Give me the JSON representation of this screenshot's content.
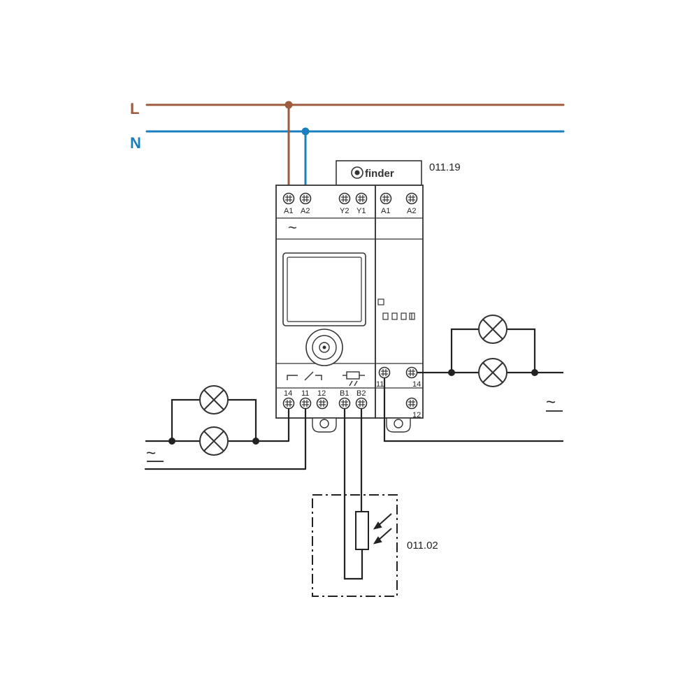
{
  "lines": {
    "phase_label": "L",
    "neutral_label": "N",
    "phase_color": "#9b5b3c",
    "neutral_color": "#1a7fbf"
  },
  "relay": {
    "brand": "finder",
    "tilde": "~",
    "top_terminals": [
      "A1",
      "A2",
      "Y2",
      "Y1"
    ],
    "bottom_terminals": [
      "14",
      "11",
      "12",
      "B1",
      "B2"
    ]
  },
  "expansion": {
    "model": "011.19",
    "top_terminals": [
      "A1",
      "A2"
    ],
    "contact_terminals": [
      "11",
      "14",
      "12"
    ]
  },
  "sensor": {
    "model": "011.02"
  },
  "supply_symbols": [
    "~",
    "~"
  ]
}
